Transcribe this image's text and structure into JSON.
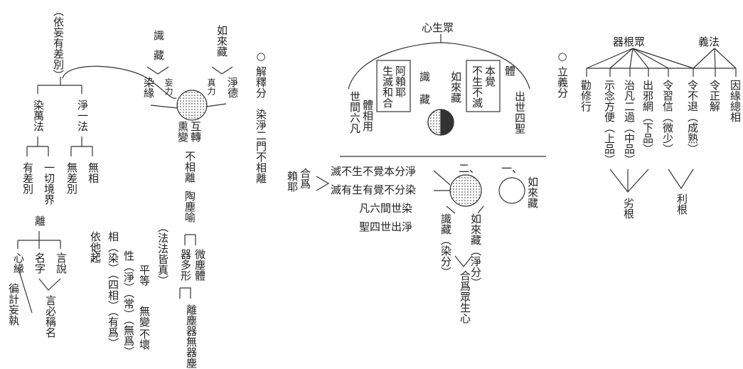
{
  "left": {
    "top_label": "（依妄有差別）",
    "ranfa": "染萬法",
    "jingfa": "淨一法",
    "youchabie": "有差別",
    "yiqie": "一切境界",
    "wuchabie": "無差別",
    "wuxiang": "無相",
    "li": "離",
    "xinyuan": "心緣",
    "mingzi": "名字",
    "yanshuo": "言說",
    "bianji": "徧計妄執",
    "yanbi": "言必稱名"
  },
  "middle": {
    "shi": "識",
    "zang": "藏",
    "rulaizang": "如來藏",
    "ranyuan": "染緣",
    "wangli": "妄力",
    "zhenli": "真力",
    "jingde": "淨德",
    "xunbian": "熏變",
    "huzhuan": "互轉",
    "buxiangli": "不相離",
    "taochenyu": "陶塵喻",
    "weichenti": "微塵體",
    "qiduoxing": "器多形",
    "fafazhen": "（法法皆真）",
    "lichen": "離塵器無器塵",
    "yitaqi": "依他起",
    "col_xiang": "相（染）（四相）（有爲）",
    "col_xing": "性（淨）（常）（無爲）",
    "col_pingdeng": "平等",
    "col_wubian": "無變",
    "col_buhuai": "不壞"
  },
  "section_jieshi": "○ 解釋分　染淨二門不相離",
  "center": {
    "title": "心生眾",
    "shixiang": "世間六凡",
    "tixiangyong": "體相用",
    "alaiye": "阿賴耶",
    "shengmie": "生滅和合",
    "shi": "識",
    "zang": "藏",
    "rulaizang": "如來藏",
    "benjue": "本覺",
    "busheng": "不生不滅",
    "ti": "體",
    "chushi": "出世四聖",
    "num_two": "二、",
    "num_one": "一、",
    "rulaizang2": "如來藏",
    "laiye": "賴耶",
    "hewei": "合爲",
    "row1": "滅不生不覺本分淨",
    "row2": "滅有生有覺不分染",
    "row3": "凡六間世染",
    "row4": "聖四世出淨",
    "shizang_ran": "識藏（染分）",
    "rulaizang_jing": "如來藏（淨分）",
    "hewei_zhong": "合爲眾生心"
  },
  "section_liyi": "○ 立義分",
  "right": {
    "qigenzhong": "器根眾",
    "yifa": "義法",
    "quanxiu": "勸修行",
    "shinian": "示念方便（上品）",
    "zhifan": "治凡二過（中品）",
    "chuxie": "出邪網（下品）",
    "lingxi": "令習信（微少）",
    "lingbutui": "令不退（成熟）",
    "lingzheng": "令正解",
    "yinyuan": "因緣總相",
    "liegen": "劣根",
    "ligen": "利根"
  }
}
